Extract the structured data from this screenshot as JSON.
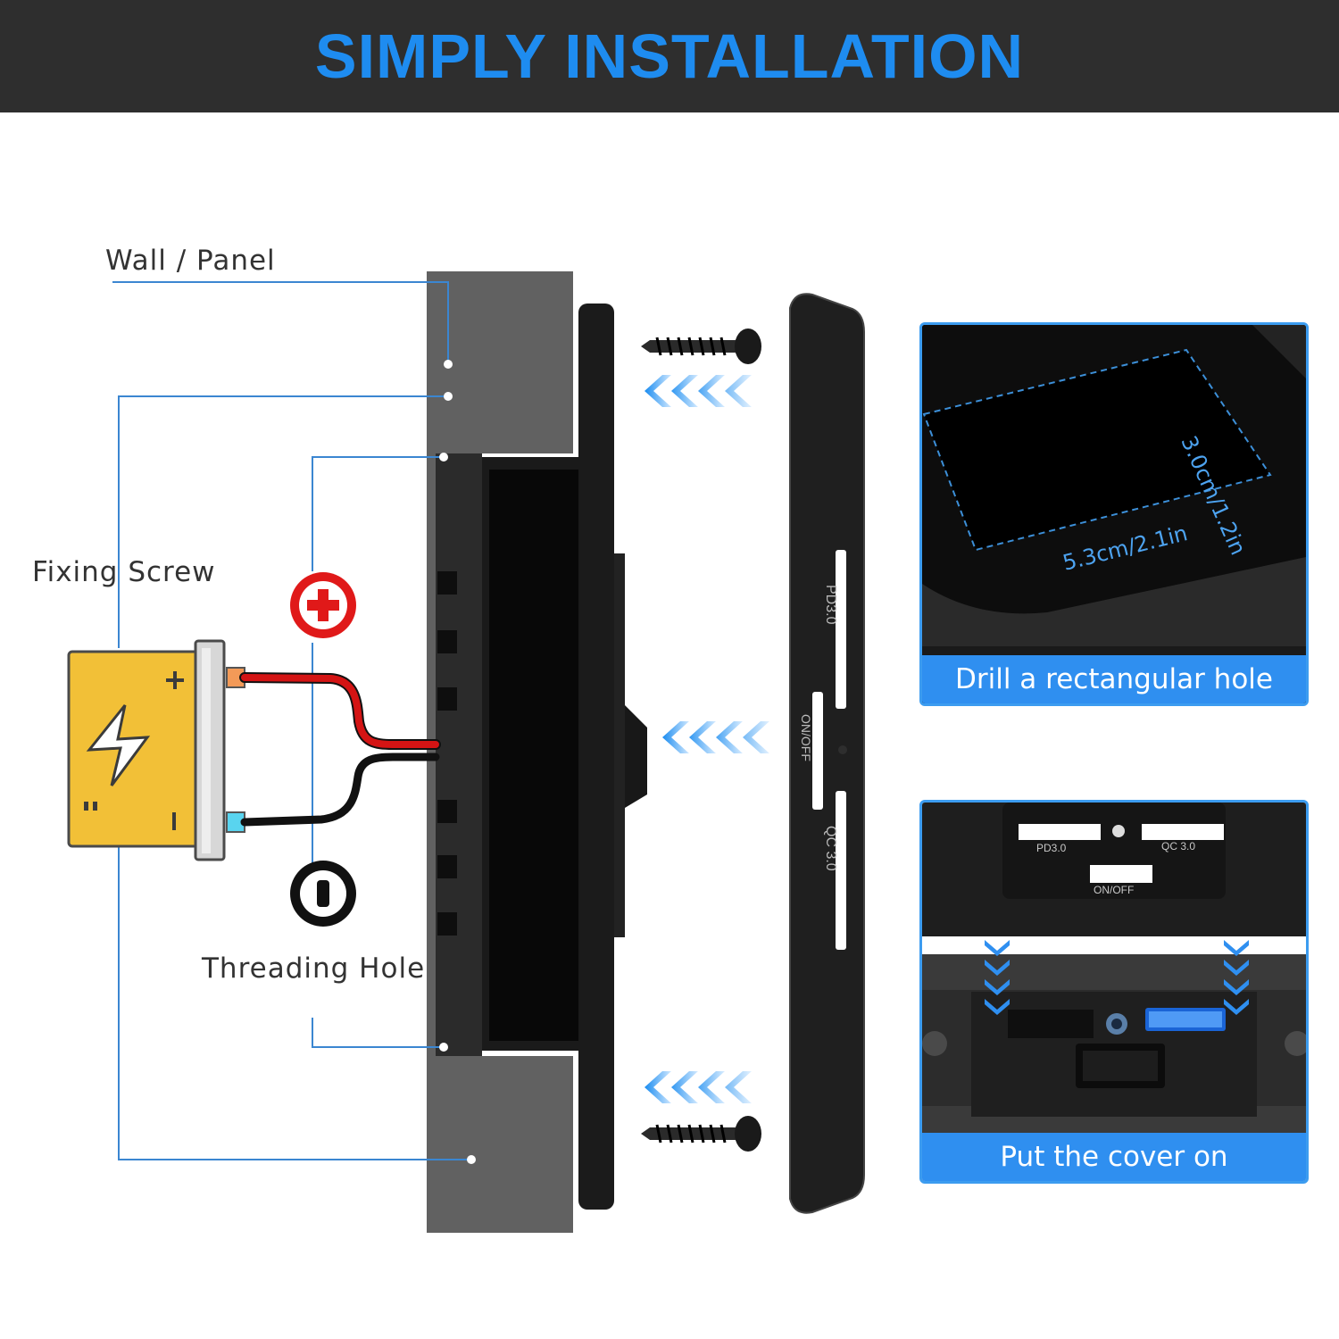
{
  "title": "SIMPLY INSTALLATION",
  "labels": {
    "wall_panel": "Wall / Panel",
    "fixing_screw": "Fixing Screw",
    "threading_hole": "Threading Hole"
  },
  "cover_plate_labels": {
    "pd": "PD3.0",
    "switch": "ON/OFF",
    "qc": "QC 3.0"
  },
  "panel_drill": {
    "caption": "Drill a rectangular hole",
    "height_dim": "3.0cm/1.2in",
    "width_dim": "5.3cm/2.1in"
  },
  "panel_cover": {
    "caption": "Put the cover on",
    "port_pd": "PD3.0",
    "port_qc": "QC 3.0",
    "switch": "ON/OFF"
  },
  "colors": {
    "banner_bg": "#2e2e2e",
    "title": "#1e8cf0",
    "accent": "#2f8ff0",
    "battery": "#f2c037",
    "positive_wire": "#d41414",
    "negative_wire": "#111111"
  },
  "icons": [
    "battery-icon",
    "plus-icon",
    "minus-icon",
    "screw-icon",
    "arrow-chevron-icon"
  ]
}
